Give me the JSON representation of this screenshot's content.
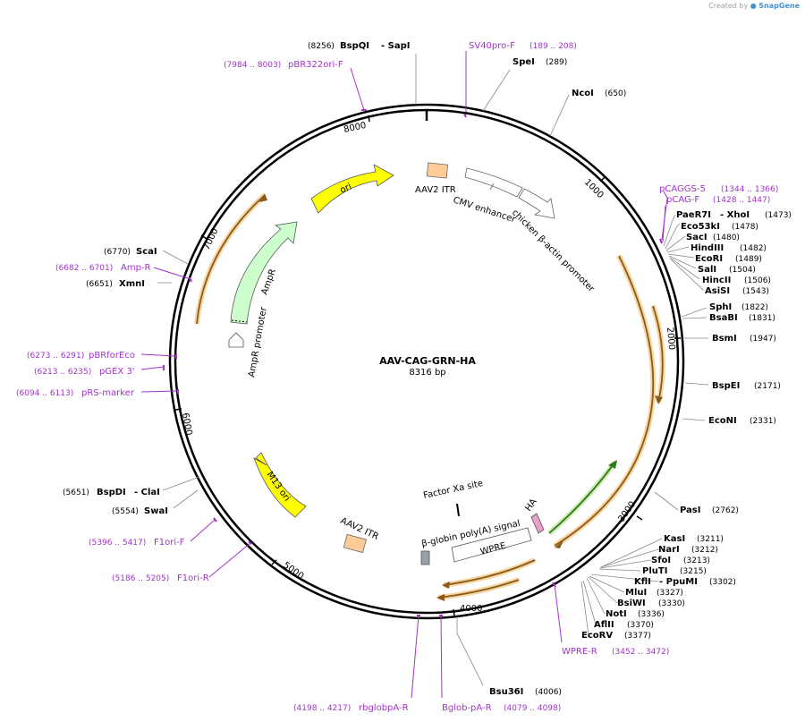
{
  "credit": {
    "prefix": "Created by",
    "brand": "SnapGene"
  },
  "plasmid": {
    "name": "AAV-CAG-GRN-HA",
    "size_label": "8316 bp"
  },
  "tick_labels": [
    "1000",
    "2000",
    "3000",
    "4000",
    "5000",
    "6000",
    "7000",
    "8000"
  ],
  "features": {
    "ori": "ori",
    "aav2_itr_top": "AAV2 ITR",
    "cmv_enhancer": "CMV enhancer",
    "chicken_beta_actin": "chicken β-actin promoter",
    "ampr": "AmpR",
    "ampr_promoter": "AmpR promoter",
    "m13_ori": "M13 ori",
    "aav2_itr_bottom": "AAV2 ITR",
    "factor_xa": "Factor Xa site",
    "beta_globin": "β-globin poly(A) signal",
    "ha": "HA",
    "wpre": "WPRE"
  },
  "enzymes": {
    "bspqi": {
      "pos": "(8256)",
      "name": "BspQI",
      "name2": "- SapI"
    },
    "spei": {
      "name": "SpeI",
      "pos": "(289)"
    },
    "ncoi": {
      "name": "NcoI",
      "pos": "(650)"
    },
    "paer7i": {
      "name": "PaeR7I",
      "name2": "- XhoI",
      "pos": "(1473)"
    },
    "eco53ki": {
      "name": "Eco53kI",
      "pos": "(1478)"
    },
    "saci": {
      "name": "SacI",
      "pos": "(1480)"
    },
    "hindiii": {
      "name": "HindIII",
      "pos": "(1482)"
    },
    "ecori": {
      "name": "EcoRI",
      "pos": "(1489)"
    },
    "sali": {
      "name": "SalI",
      "pos": "(1504)"
    },
    "hincii": {
      "name": "HincII",
      "pos": "(1506)"
    },
    "asisi": {
      "name": "AsiSI",
      "pos": "(1543)"
    },
    "sphi": {
      "name": "SphI",
      "pos": "(1822)"
    },
    "bsabi": {
      "name": "BsaBI",
      "pos": "(1831)"
    },
    "bsmi": {
      "name": "BsmI",
      "pos": "(1947)"
    },
    "bspei": {
      "name": "BspEI",
      "pos": "(2171)"
    },
    "econi": {
      "name": "EcoNI",
      "pos": "(2331)"
    },
    "pasi": {
      "name": "PasI",
      "pos": "(2762)"
    },
    "kasi": {
      "name": "KasI",
      "pos": "(3211)"
    },
    "nari": {
      "name": "NarI",
      "pos": "(3212)"
    },
    "sfoi": {
      "name": "SfoI",
      "pos": "(3213)"
    },
    "pluti": {
      "name": "PluTI",
      "pos": "(3215)"
    },
    "kfli": {
      "name": "KflI",
      "name2": "- PpuMI",
      "pos": "(3302)"
    },
    "mlui": {
      "name": "MluI",
      "pos": "(3327)"
    },
    "bsiwi": {
      "name": "BsiWI",
      "pos": "(3330)"
    },
    "noti": {
      "name": "NotI",
      "pos": "(3336)"
    },
    "aflii": {
      "name": "AflII",
      "pos": "(3370)"
    },
    "ecorv": {
      "name": "EcoRV",
      "pos": "(3377)"
    },
    "bsu36i": {
      "name": "Bsu36I",
      "pos": "(4006)"
    },
    "swai": {
      "pos": "(5554)",
      "name": "SwaI"
    },
    "bspdi": {
      "pos": "(5651)",
      "name": "BspDI",
      "name2": "- ClaI"
    },
    "xmni": {
      "pos": "(6651)",
      "name": "XmnI"
    },
    "scai": {
      "pos": "(6770)",
      "name": "ScaI"
    }
  },
  "primers": {
    "sv40pro_f": {
      "name": "SV40pro-F",
      "range": "(189 .. 208)"
    },
    "pbr322ori_f": {
      "range": "(7984 .. 8003)",
      "name": "pBR322ori-F"
    },
    "pcaggs5": {
      "name": "pCAGGS-5",
      "range": "(1344 .. 1366)"
    },
    "pcag_f": {
      "name": "pCAG-F",
      "range": "(1428 .. 1447)"
    },
    "amp_r": {
      "range": "(6682 .. 6701)",
      "name": "Amp-R"
    },
    "pbrforeco": {
      "range": "(6273 .. 6291)",
      "name": "pBRforEco"
    },
    "pgex3": {
      "range": "(6213 .. 6235)",
      "name": "pGEX 3'"
    },
    "prs_marker": {
      "range": "(6094 .. 6113)",
      "name": "pRS-marker"
    },
    "f1ori_f": {
      "range": "(5396 .. 5417)",
      "name": "F1ori-F"
    },
    "f1ori_r": {
      "range": "(5186 .. 5205)",
      "name": "F1ori-R"
    },
    "wpre_r": {
      "name": "WPRE-R",
      "range": "(3452 .. 3472)"
    },
    "rbglobpa_r": {
      "range": "(4198 .. 4217)",
      "name": "rbglobpA-R"
    },
    "bglob_pa_r": {
      "name": "Bglob-pA-R",
      "range": "(4079 .. 4098)"
    }
  },
  "colors": {
    "backbone": "#000000",
    "ori": "#ffff00",
    "ampr": "#ccffcc",
    "itr": "#ffcc99",
    "cds_orange": "#e8b060",
    "cds_brown": "#8b5a1a",
    "green_feature": "#66bb44",
    "primer": "#a033c8",
    "ha": "#e8a0c8",
    "grey_box": "#9aa0a8"
  }
}
